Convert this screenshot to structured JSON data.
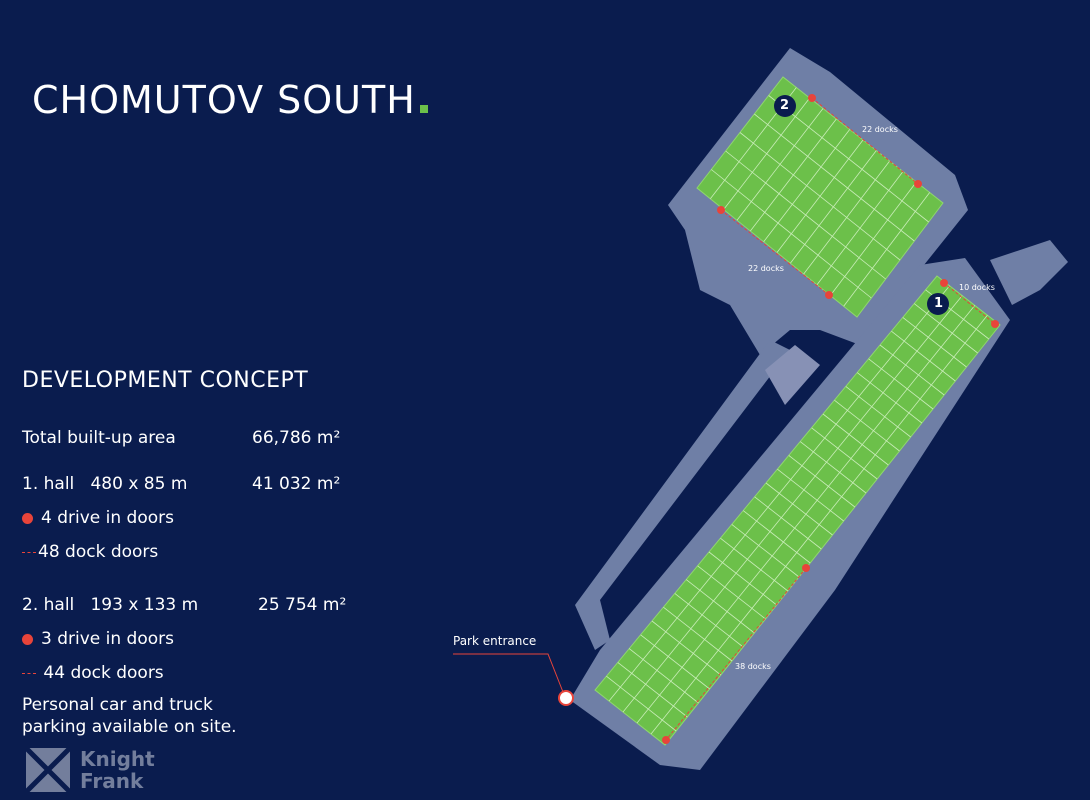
{
  "title": "CHOMUTOV SOUTH",
  "section_title": "DEVELOPMENT CONCEPT",
  "total": {
    "label": "Total built-up area",
    "value": "66,786 m²"
  },
  "hall1": {
    "label": "1. hall   480 x 85 m",
    "value": "41 032 m²",
    "drive": "4 drive in doors",
    "dock": "48 dock doors"
  },
  "hall2": {
    "label": "2. hall   193 x 133 m",
    "value": "25 754 m²",
    "drive": "3 drive in doors",
    "dock": "44 dock doors"
  },
  "note": "Personal car and truck parking available on site.",
  "logo": {
    "line1": "Knight",
    "line2": "Frank"
  },
  "map": {
    "hall1_number": "1",
    "hall2_number": "2",
    "docks_22a": "22 docks",
    "docks_22b": "22 docks",
    "docks_10": "10 docks",
    "docks_38": "38 docks",
    "park_entrance": "Park entrance"
  },
  "colors": {
    "background": "#0a1c4e",
    "site": "#6f7fa6",
    "hall": "#6cc04a",
    "marker": "#e8443a",
    "accent": "#6cc04a"
  }
}
